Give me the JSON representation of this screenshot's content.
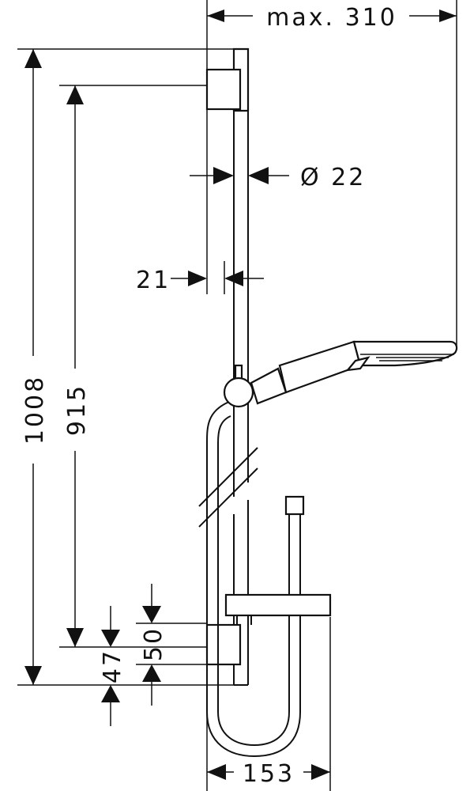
{
  "drawing": {
    "dimensions": {
      "max_reach": "max. 310",
      "bar_diameter": "Ø 22",
      "bracket_offset": "21",
      "total_height": "1008",
      "bracket_spacing": "915",
      "lower_offset": "47",
      "shelf_offset": "50",
      "shelf_width": "153"
    }
  },
  "colors": {
    "line": "#111111",
    "background": "#ffffff"
  }
}
